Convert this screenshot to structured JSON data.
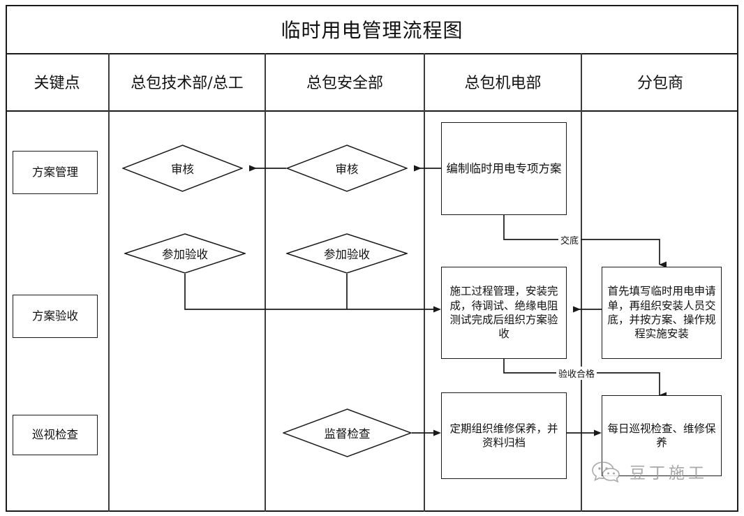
{
  "title": "临时用电管理流程图",
  "columns": [
    {
      "id": "key-points",
      "label": "关键点"
    },
    {
      "id": "tech-dept",
      "label": "总包技术部/总工"
    },
    {
      "id": "safety-dept",
      "label": "总包安全部"
    },
    {
      "id": "mech-elec-dept",
      "label": "总包机电部"
    },
    {
      "id": "subcontractor",
      "label": "分包商"
    }
  ],
  "key_points": [
    {
      "id": "plan-management",
      "label": "方案管理"
    },
    {
      "id": "plan-acceptance",
      "label": "方案验收"
    },
    {
      "id": "patrol-inspection",
      "label": "巡视检查"
    }
  ],
  "nodes": {
    "review_tech": "审核",
    "review_safety": "审核",
    "draft_plan": "编制临时用电专项方案",
    "join_acceptance_tech": "参加验收",
    "join_acceptance_safety": "参加验收",
    "construction_management": "施工过程管理，安装完成，待调试、绝缘电阻测试完成后组织方案验收",
    "fill_application": "首先填写临时用电申请单，再组织安装人员交底，并按方案、操作规程实施安装",
    "supervise_check": "监督检查",
    "periodic_maintenance": "定期组织维修保养，并资料归档",
    "daily_patrol": "每日巡视检查、维修保养"
  },
  "edge_labels": {
    "disclosure": "交底",
    "acceptance_passed": "验收合格"
  },
  "watermark": {
    "text": "豆丁施工",
    "icon": "wechat-bubble-icon"
  },
  "colors": {
    "line": "#1a1a1a",
    "grid": "#3c3c3c",
    "text": "#111111",
    "watermark": "#9a9a9a",
    "background": "#ffffff"
  }
}
